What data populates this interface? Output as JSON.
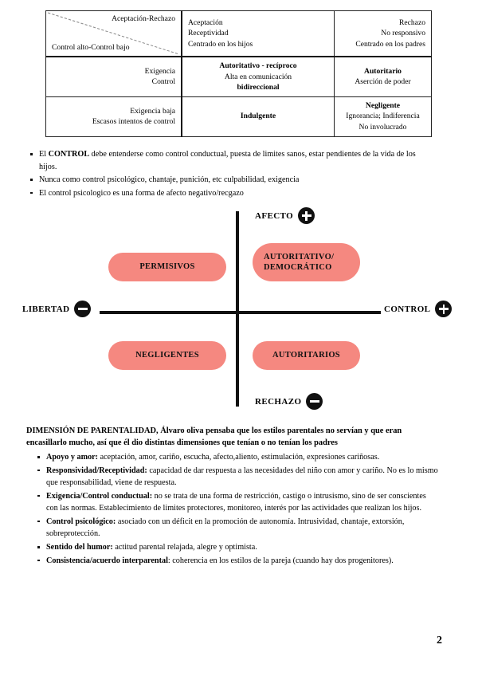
{
  "table": {
    "header_cell": {
      "top_right": "Aceptación-Rechazo",
      "bottom_left": "Control alto-Control bajo"
    },
    "header_row": {
      "middle": [
        "Aceptación",
        "Receptividad",
        "Centrado en los hijos"
      ],
      "right": [
        "Rechazo",
        "No responsivo",
        "Centrado en los padres"
      ]
    },
    "rows": [
      {
        "label": [
          "Exigencia",
          "Control"
        ],
        "middle_bold_1": "Autoritativo - recíproco",
        "middle_normal": "Alta en comunicación",
        "middle_bold_2": "bidireccional",
        "right_bold": "Autoritario",
        "right_normal": "Aserción de poder"
      },
      {
        "label": [
          "Exigencia baja",
          "Escasos intentos de control"
        ],
        "middle_bold_1": "Indulgente",
        "right_bold": "Negligente",
        "right_line_2": "Ignorancia; Indiferencia",
        "right_line_3": "No involucrado"
      }
    ]
  },
  "bullets_top": [
    {
      "lead_plain": "El ",
      "lead_bold": "CONTROL",
      "rest": " debe entenderse como control conductual, puesta de limites sanos, estar pendientes de la vida de los hijos."
    },
    {
      "lead_plain": "",
      "lead_bold": "",
      "rest": "Nunca como control psicológico, chantaje, punición, etc culpabilidad, exigencia"
    },
    {
      "lead_plain": "",
      "lead_bold": "",
      "rest": "El control psicologico es una forma de afecto negativo/recgazo"
    }
  ],
  "diagram": {
    "axis_labels": {
      "top": "AFECTO",
      "bottom": "RECHAZO",
      "left": "LIBERTAD",
      "right": "CONTROL"
    },
    "badges": {
      "top": "plus-icon",
      "bottom": "minus-icon",
      "left": "minus-icon",
      "right": "plus-icon"
    },
    "pills": {
      "top_left": "PERMISIVOS",
      "top_right_line1": "AUTORITATIVO/",
      "top_right_line2": "DEMOCRÁTICO",
      "bottom_left": "NEGLIGENTES",
      "bottom_right": "AUTORITARIOS"
    },
    "pill_color": "#F58880"
  },
  "dimension": {
    "heading_bold": "DIMENSIÓN DE PARENTALIDAD,",
    "heading_rest": " Álvaro oliva pensaba que los estilos parentales no servían y que eran encasillarlo mucho, así que él dio distintas dimensiones que tenían o no tenían los padres",
    "items": [
      {
        "term": "Apoyo y amor:",
        "desc": " aceptación, amor, cariño, escucha, afecto,aliento, estimulación, expresiones cariñosas."
      },
      {
        "term": "Responsividad/Receptividad:",
        "desc": " capacidad de dar respuesta a las necesidades del niño con amor y cariño. No es lo mismo que responsabilidad, viene de respuesta."
      },
      {
        "term": "Exigencia/Control conductual:",
        "desc": " no se trata de una forma de restricción, castigo o intrusismo, sino de ser conscientes con las normas. Establecimiento de limites protectores, monitoreo, interés por las actividades que realizan los hijos."
      },
      {
        "term": "Control psicológico:",
        "desc": " asociado con un déficit en la promoción de autonomía. Intrusividad, chantaje, extorsión, sobreprotección."
      },
      {
        "term": "Sentido del humor:",
        "desc": " actitud parental relajada, alegre y optimista."
      },
      {
        "term": "Consistencia/acuerdo interparental",
        "desc": ": coherencia en los estilos de la pareja (cuando hay dos progenitores)."
      }
    ]
  },
  "page_number": "2"
}
